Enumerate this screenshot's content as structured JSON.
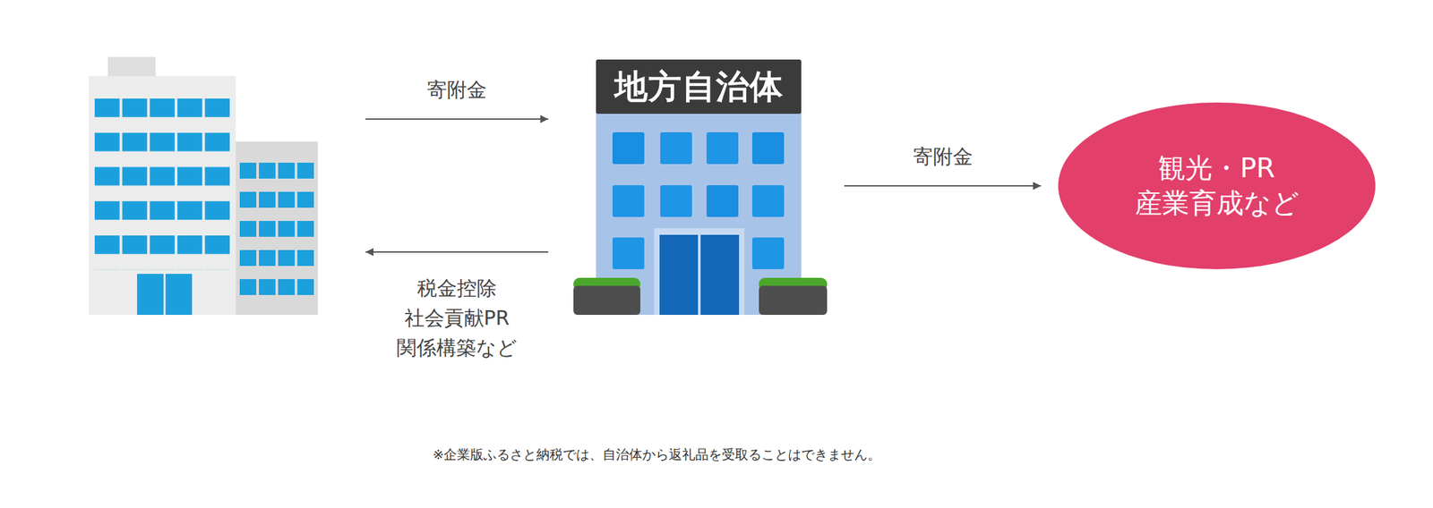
{
  "diagram": {
    "nodes": [
      {
        "text": [
          "地方自治体"
        ]
      },
      {
        "text": [
          "観光・PR 産業育成など"
        ]
      }
    ],
    "edges": [
      {
        "from": 0,
        "to": 1,
        "arrow": "to",
        "label": "寄附金"
      }
    ],
    "labels": [
      "寄附金",
      "税金控除 社会貢献PR 関係構築など",
      "※企業版ふるさと納税では、自治体から返礼品を受取ることはできません。"
    ]
  }
}
